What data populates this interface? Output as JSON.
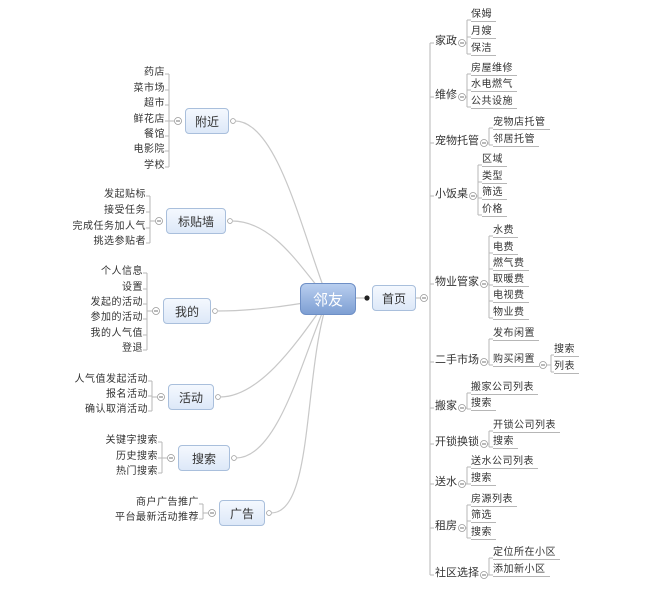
{
  "colors": {
    "line": "#b7b7b7",
    "curve": "#c8c8c8",
    "node_border": "#a9bfdc",
    "root_fill": "#8fb0e0"
  },
  "root": "邻友",
  "home": {
    "label": "首页",
    "groups": [
      {
        "label": "家政",
        "items": [
          {
            "label": "保姆"
          },
          {
            "label": "月嫂"
          },
          {
            "label": "保洁"
          }
        ]
      },
      {
        "label": "维修",
        "items": [
          {
            "label": "房屋维修"
          },
          {
            "label": "水电燃气"
          },
          {
            "label": "公共设施"
          }
        ]
      },
      {
        "label": "宠物托管",
        "items": [
          {
            "label": "宠物店托管"
          },
          {
            "label": "邻居托管"
          }
        ]
      },
      {
        "label": "小饭桌",
        "items": [
          {
            "label": "区域"
          },
          {
            "label": "类型"
          },
          {
            "label": "筛选"
          },
          {
            "label": "价格"
          }
        ]
      },
      {
        "label": "物业管家",
        "items": [
          {
            "label": "水费"
          },
          {
            "label": "电费"
          },
          {
            "label": "燃气费"
          },
          {
            "label": "取暖费"
          },
          {
            "label": "电视费"
          },
          {
            "label": "物业费"
          }
        ]
      },
      {
        "label": "二手市场",
        "items": [
          {
            "label": "发布闲置"
          },
          {
            "label": "购买闲置",
            "children": [
              "搜索",
              "列表"
            ]
          }
        ]
      },
      {
        "label": "搬家",
        "items": [
          {
            "label": "搬家公司列表"
          },
          {
            "label": "搜索"
          }
        ]
      },
      {
        "label": "开锁换锁",
        "items": [
          {
            "label": "开锁公司列表"
          },
          {
            "label": "搜索"
          }
        ]
      },
      {
        "label": "送水",
        "items": [
          {
            "label": "送水公司列表"
          },
          {
            "label": "搜索"
          }
        ]
      },
      {
        "label": "租房",
        "items": [
          {
            "label": "房源列表"
          },
          {
            "label": "筛选"
          },
          {
            "label": "搜索"
          }
        ]
      },
      {
        "label": "社区选择",
        "items": [
          {
            "label": "定位所在小区"
          },
          {
            "label": "添加新小区"
          }
        ]
      }
    ]
  },
  "left": [
    {
      "label": "附近",
      "items": [
        "药店",
        "菜市场",
        "超市",
        "鲜花店",
        "餐馆",
        "电影院",
        "学校"
      ]
    },
    {
      "label": "标贴墙",
      "items": [
        "发起贴标",
        "接受任务",
        "完成任务加人气",
        "挑选参贴者"
      ]
    },
    {
      "label": "我的",
      "items": [
        "个人信息",
        "设置",
        "发起的活动",
        "参加的活动",
        "我的人气值",
        "登退"
      ]
    },
    {
      "label": "活动",
      "items": [
        "人气值发起活动",
        "报名活动",
        "确认取消活动"
      ]
    },
    {
      "label": "搜索",
      "items": [
        "关键字搜索",
        "历史搜索",
        "热门搜索"
      ]
    },
    {
      "label": "广告",
      "items": [
        "商户广告推广",
        "平台最新活动推荐"
      ]
    }
  ]
}
